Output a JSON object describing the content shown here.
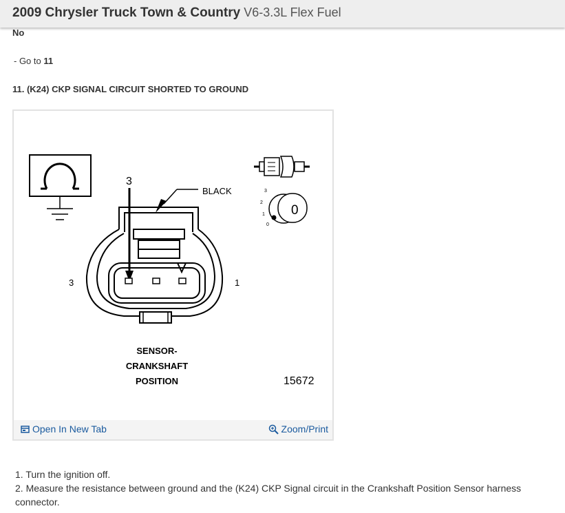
{
  "header": {
    "title": "2009 Chrysler Truck Town & Country",
    "subtitle": "V6-3.3L Flex Fuel"
  },
  "content": {
    "no_label": "No",
    "goto_prefix": "-  Go to",
    "goto_step": "11",
    "step_heading": "11. (K24) CKP SIGNAL CIRCUIT SHORTED TO GROUND"
  },
  "figure": {
    "wire_label": "BLACK",
    "callout_pin": "3",
    "left_pin": "3",
    "right_pin": "1",
    "caption_line1": "SENSOR-",
    "caption_line2": "CRANKSHAFT",
    "caption_line3": "POSITION",
    "figure_number": "15672",
    "ohm_symbol": "Ω",
    "ignition_positions": [
      "3",
      "2",
      "1",
      "0"
    ],
    "key_position": "0",
    "open_tab_label": "Open In New Tab",
    "zoom_label": "Zoom/Print",
    "icons": [
      "ohmmeter-icon",
      "connector-icon",
      "ignition-key-icon",
      "open-tab-icon",
      "zoom-icon"
    ]
  },
  "steps": [
    "1. Turn the ignition off.",
    "2. Measure the resistance between ground and the (K24) CKP Signal circuit in the Crankshaft Position Sensor harness connector."
  ],
  "colors": {
    "link": "#1a5a9e",
    "header_bg": "#eeeeee",
    "text": "#333333"
  }
}
